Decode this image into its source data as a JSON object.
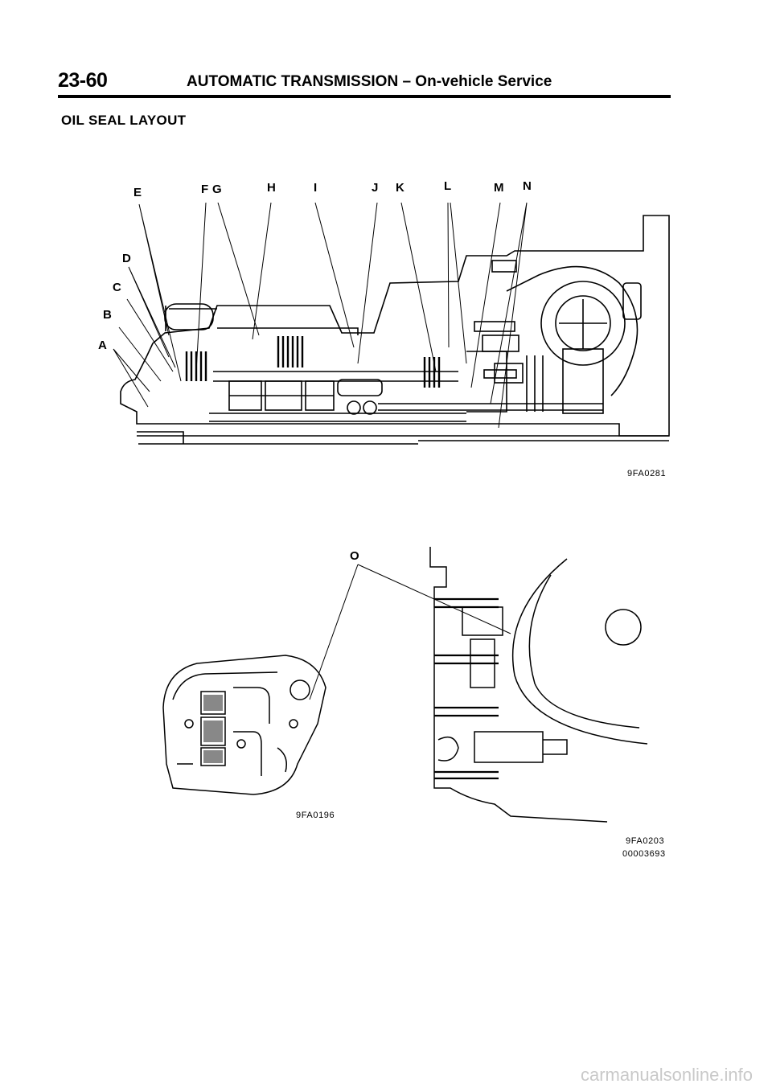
{
  "header": {
    "page_number": "23-60",
    "title": "AUTOMATIC TRANSMISSION – On-vehicle Service"
  },
  "section_title": "OIL SEAL LAYOUT",
  "figures": {
    "top": {
      "code": "9FA0281",
      "callouts": [
        "A",
        "B",
        "C",
        "D",
        "E",
        "F",
        "G",
        "H",
        "I",
        "J",
        "K",
        "L",
        "M",
        "N"
      ]
    },
    "bottom_left": {
      "code": "9FA0196"
    },
    "bottom_right": {
      "code": "9FA0203",
      "doc_code": "00003693",
      "callout": "O"
    }
  },
  "watermark": "carmanualsonline.info"
}
